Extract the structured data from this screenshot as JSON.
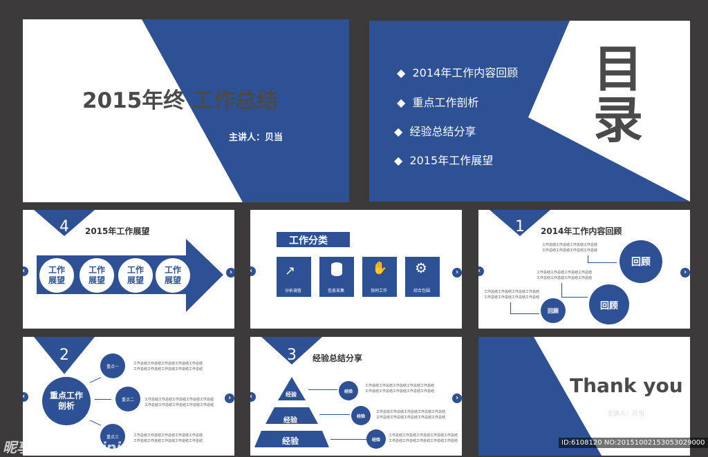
{
  "slide1": {
    "title": "2015年终 工作总结",
    "presenter": "主讲人：贝当"
  },
  "slide2": {
    "items": [
      "2014年工作内容回顾",
      "重点工作剖析",
      "经验总结分享",
      "2015年工作展望"
    ],
    "big_title": [
      "目",
      "录"
    ]
  },
  "slide3": {
    "number": "4",
    "title": "2015年工作展望",
    "circles": [
      "工作\n展望",
      "工作\n展望",
      "工作\n展望",
      "工作\n展望"
    ]
  },
  "slide4": {
    "title": "工作分类",
    "tiles": [
      "分析调查",
      "信息采集",
      "协同工作",
      "综合包围"
    ]
  },
  "slide5": {
    "number": "1",
    "title": "2014年工作内容回顾",
    "circle_large": "回顾",
    "circle_mid": "回顾",
    "circle_small": "回顾",
    "text_line": "工作总结工作总结工作总结工作总结"
  },
  "slide6": {
    "number": "2",
    "center": "重点工作\n剖析",
    "points": [
      "重点一",
      "重点二",
      "重点三"
    ],
    "text_line": "工作总结工作总结工作总结工作总结工作总结"
  },
  "slide7": {
    "number": "3",
    "title": "经验总结分享",
    "pyramid": [
      "经验",
      "经验",
      "经验"
    ],
    "circles": [
      "经验",
      "经验",
      "经验"
    ],
    "text_line": "工作总结工作总结工作总结工作总结工作总结"
  },
  "slide8": {
    "thanks": "Thank you",
    "sub": "主讲人：贝当"
  },
  "watermark": {
    "logo": "昵享网 www.nipic.cn",
    "id": "ID:6108120 NO:20151002153053029000"
  },
  "nav": {
    "prev": "‹",
    "next": "›"
  },
  "colors": {
    "blue": "#2e5196",
    "dark_text": "#4a4a4a",
    "background": "#3c3a3b"
  }
}
